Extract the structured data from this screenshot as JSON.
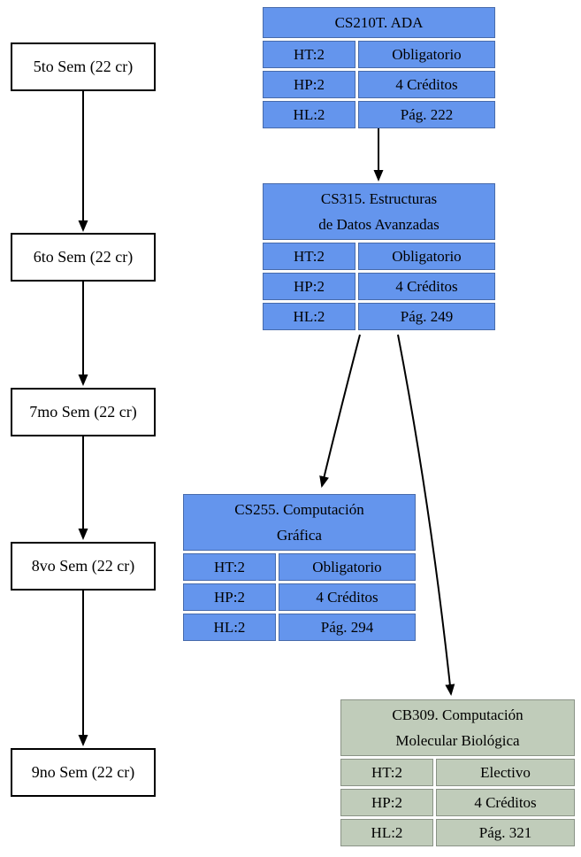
{
  "diagram_type": "curriculum-flowchart",
  "colors": {
    "obligatory_fill": "#6495ED",
    "elective_fill": "#c0ccba",
    "semester_fill": "#ffffff",
    "border": "#000000",
    "arrow": "#000000",
    "background": "#ffffff"
  },
  "semesters": [
    {
      "label": "5to Sem (22 cr)"
    },
    {
      "label": "6to Sem (22 cr)"
    },
    {
      "label": "7mo Sem (22 cr)"
    },
    {
      "label": "8vo Sem (22 cr)"
    },
    {
      "label": "9no Sem (22 cr)"
    }
  ],
  "courses": [
    {
      "title_lines": [
        "CS210T. ADA",
        ""
      ],
      "fill": "#6495ED",
      "rows": [
        [
          "HT:2",
          "Obligatorio"
        ],
        [
          "HP:2",
          "4 Créditos"
        ],
        [
          "HL:2",
          "Pág. 222"
        ]
      ]
    },
    {
      "title_lines": [
        "CS315. Estructuras",
        "de Datos Avanzadas"
      ],
      "fill": "#6495ED",
      "rows": [
        [
          "HT:2",
          "Obligatorio"
        ],
        [
          "HP:2",
          "4 Créditos"
        ],
        [
          "HL:2",
          "Pág. 249"
        ]
      ]
    },
    {
      "title_lines": [
        "CS255. Computación",
        "Gráfica"
      ],
      "fill": "#6495ED",
      "rows": [
        [
          "HT:2",
          "Obligatorio"
        ],
        [
          "HP:2",
          "4 Créditos"
        ],
        [
          "HL:2",
          "Pág. 294"
        ]
      ]
    },
    {
      "title_lines": [
        "CB309. Computación",
        "Molecular Biológica"
      ],
      "fill": "#c0ccba",
      "rows": [
        [
          "HT:2",
          "Electivo"
        ],
        [
          "HP:2",
          "4 Créditos"
        ],
        [
          "HL:2",
          "Pág. 321"
        ]
      ]
    }
  ],
  "edges": [
    {
      "from": "5to Sem (22 cr)",
      "to": "6to Sem (22 cr)"
    },
    {
      "from": "6to Sem (22 cr)",
      "to": "7mo Sem (22 cr)"
    },
    {
      "from": "7mo Sem (22 cr)",
      "to": "8vo Sem (22 cr)"
    },
    {
      "from": "8vo Sem (22 cr)",
      "to": "9no Sem (22 cr)"
    },
    {
      "from": "CS210T. ADA",
      "to": "CS315. Estructuras de Datos Avanzadas"
    },
    {
      "from": "CS315. Estructuras de Datos Avanzadas",
      "to": "CS255. Computación Gráfica"
    },
    {
      "from": "CS315. Estructuras de Datos Avanzadas",
      "to": "CB309. Computación Molecular Biológica"
    }
  ]
}
